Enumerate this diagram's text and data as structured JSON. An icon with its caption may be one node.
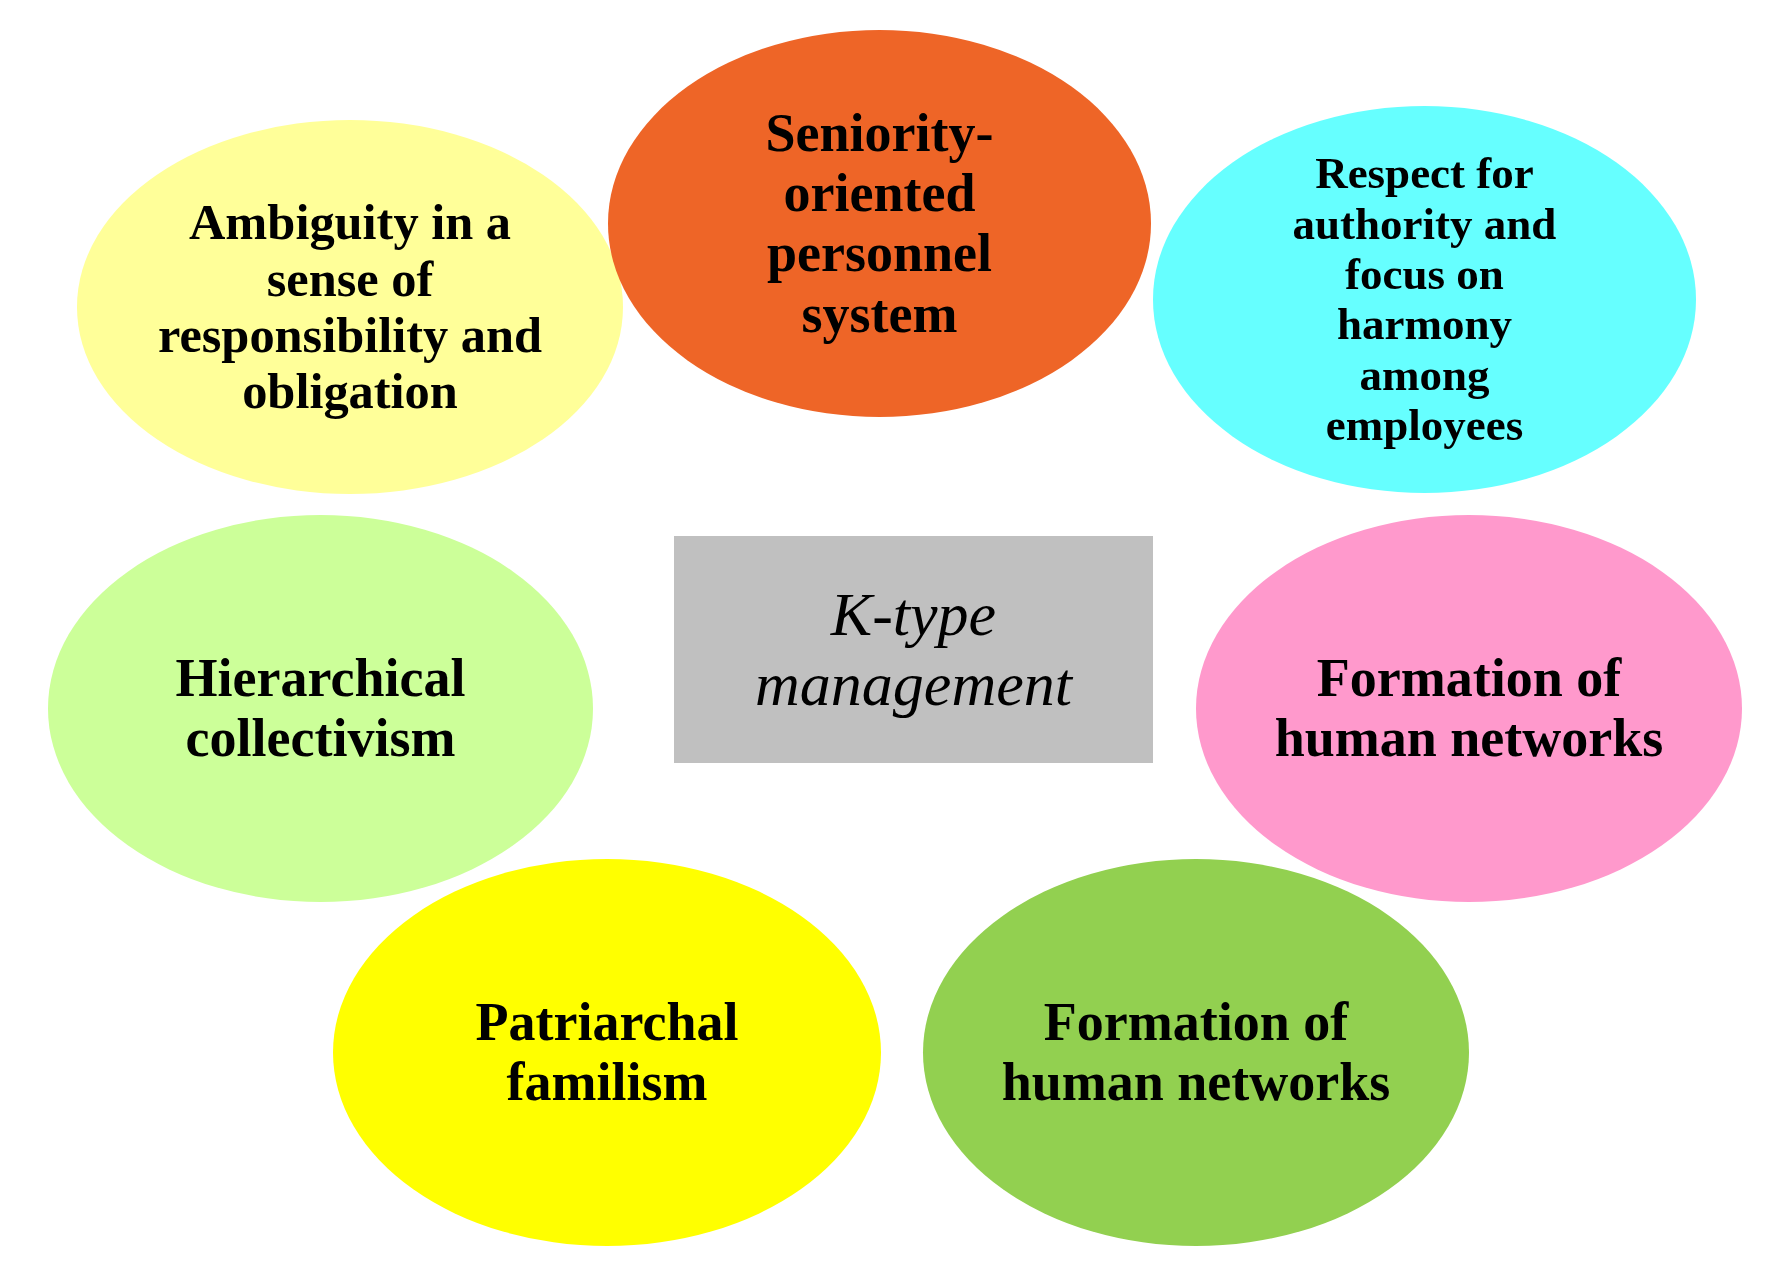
{
  "diagram": {
    "nodes": [
      {
        "text": [
          "Ambiguity in a sense of responsibility and obligation"
        ]
      },
      {
        "text": [
          "Seniority-oriented personnel system"
        ]
      },
      {
        "text": [
          "Respect for authority and focus on harmony among employees"
        ]
      },
      {
        "text": [
          "Hierarchical collectivism"
        ]
      },
      {
        "text": [
          "K-type management"
        ]
      },
      {
        "text": [
          "Formation of human networks"
        ]
      },
      {
        "text": [
          "Patriarchal familism"
        ]
      },
      {
        "text": [
          "Formation of human networks"
        ]
      }
    ]
  }
}
